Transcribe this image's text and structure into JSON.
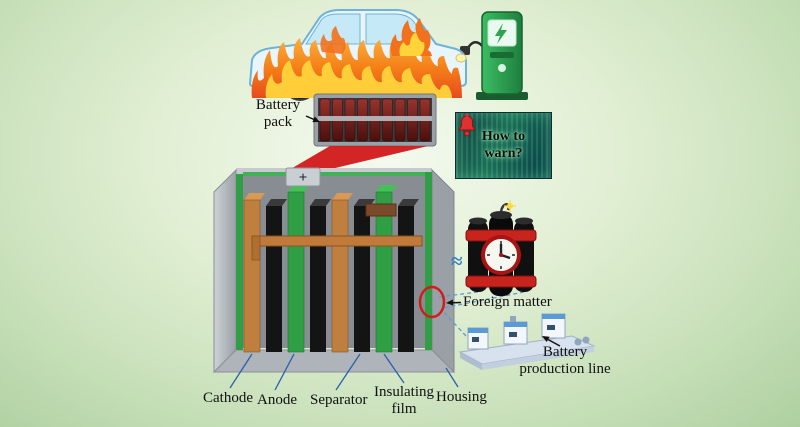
{
  "figure": {
    "labels": {
      "battery_pack": [
        "Battery",
        "pack"
      ],
      "how_to_warn": [
        "How to",
        "warn?"
      ],
      "approx": "≈",
      "foreign_matter": "Foreign matter",
      "production_line": [
        "Battery",
        "production line"
      ],
      "cathode": "Cathode",
      "anode": "Anode",
      "separator": "Separator",
      "insulating_film": [
        "Insulating",
        "film"
      ],
      "housing": "Housing",
      "plus_terminal": "+"
    },
    "colors": {
      "background_light": "#f4faef",
      "background_dark": "#aed0a0",
      "flame_orange": "#f57f17",
      "flame_yellow": "#ffd43b",
      "funnel_red": "#d11c1c",
      "charger_green": "#2ea44f",
      "plate_green": "#2f9e44",
      "plate_copper": "#c07a3a",
      "plate_black": "#141414",
      "housing_gray": "#b4bac0",
      "bomb_black": "#0d0d0d",
      "bomb_band_red": "#c8241e",
      "warn_panel_teal": "#1d6d57",
      "annotation_blue": "#2b5fa8"
    }
  }
}
